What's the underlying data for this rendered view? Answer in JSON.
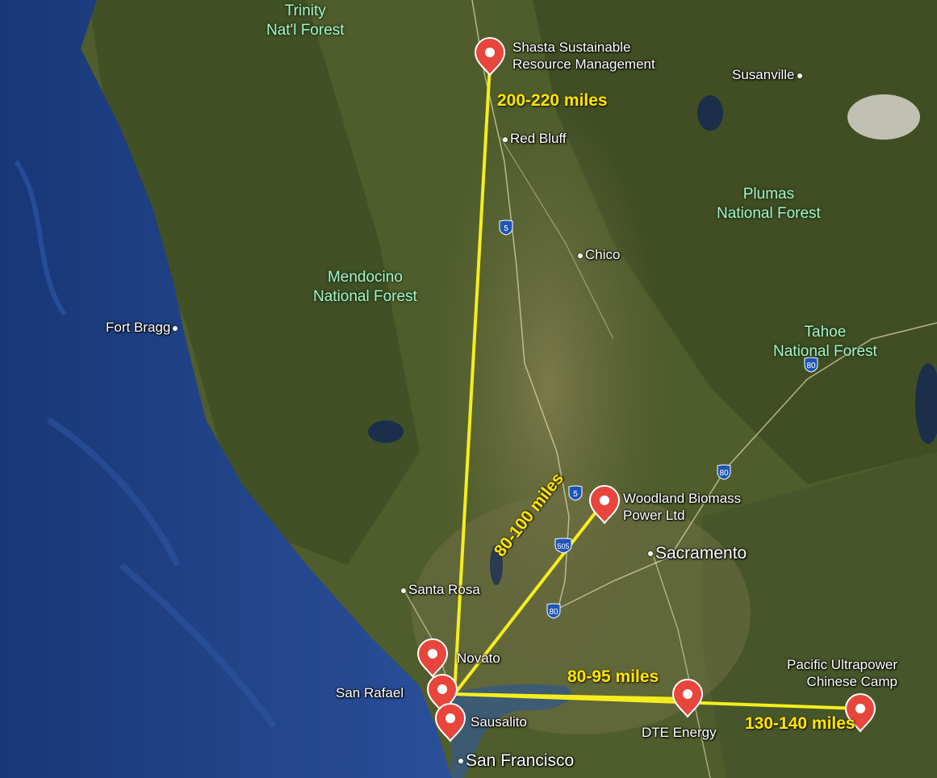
{
  "cities": {
    "susanville": "Susanville",
    "red_bluff": "Red Bluff",
    "chico": "Chico",
    "fort_bragg": "Fort Bragg",
    "sacramento": "Sacramento",
    "santa_rosa": "Santa Rosa",
    "novato": "Novato",
    "san_rafael": "San Rafael",
    "sausalito": "Sausalito",
    "san_francisco": "San Francisco"
  },
  "forests": {
    "trinity_l1": "Trinity",
    "trinity_l2": "Nat'l Forest",
    "mendocino_l1": "Mendocino",
    "mendocino_l2": "National Forest",
    "plumas_l1": "Plumas",
    "plumas_l2": "National Forest",
    "tahoe_l1": "Tahoe",
    "tahoe_l2": "National Forest"
  },
  "facilities": {
    "shasta_l1": "Shasta Sustainable",
    "shasta_l2": "Resource Management",
    "woodland_l1": "Woodland Biomass",
    "woodland_l2": "Power Ltd",
    "dte": "DTE Energy",
    "pacific_l1": "Pacific Ultrapower",
    "pacific_l2": "Chinese Camp"
  },
  "distances": {
    "shasta": "200-220 miles",
    "woodland": "80-100 miles",
    "dte": "80-95 miles",
    "pacific": "130-140 miles"
  },
  "highways": {
    "i5_north": "5",
    "i5_south": "5",
    "i505": "505",
    "i80_west": "80",
    "i80_east": "80",
    "i80_tahoe": "80"
  },
  "colors": {
    "route_line": "#f5ee1c",
    "distance_text": "#ffe600",
    "marker": "#e8453c",
    "forest_label": "#aef0c8",
    "ocean": "#1d3f86",
    "land": "#4f5d2c"
  },
  "icons": {
    "facility_marker": "map-pin-icon",
    "interstate_shield": "interstate-shield-icon"
  }
}
